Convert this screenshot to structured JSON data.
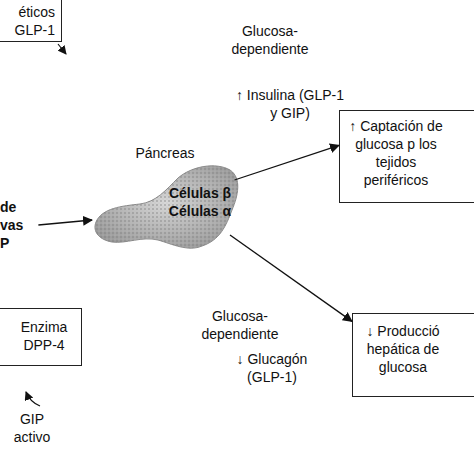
{
  "diagram": {
    "nodes": [
      {
        "text": [
          "éticos GLP-1"
        ]
      },
      {
        "text": [
          "de vas P"
        ]
      },
      {
        "text": [
          "Páncreas",
          "Células β Células α"
        ]
      },
      {
        "text": [
          "↑ Captación de glucosa p los tejidos periféricos"
        ]
      },
      {
        "text": [
          "Enzima DPP-4"
        ]
      },
      {
        "text": [
          "↓ Producció hepática de glucosa"
        ]
      }
    ],
    "edges": [
      {
        "from": 1,
        "to": 2,
        "arrow": "to"
      },
      {
        "from": 2,
        "to": 3,
        "label": "↑ Insulina (GLP-1 y GIP)",
        "arrow": "to"
      },
      {
        "from": 2,
        "to": 5,
        "label": "↓ Glucagón (GLP-1)",
        "arrow": "to"
      }
    ],
    "labels": [
      "Glucosa- dependiente",
      "Glucosa- dependiente",
      "GIP activo"
    ]
  }
}
